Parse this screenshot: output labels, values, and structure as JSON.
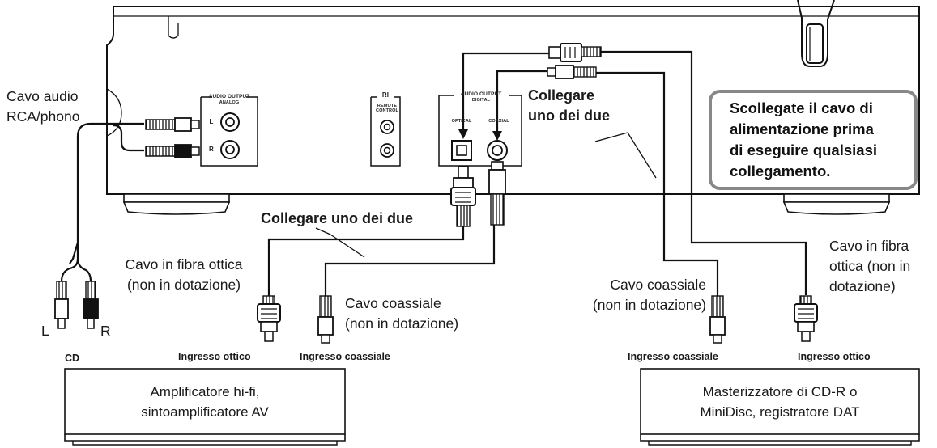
{
  "diagram": {
    "panel": {
      "analog_group": "AUDIO OUTPUT",
      "analog_sub": "ANALOG",
      "jack_l": "L",
      "jack_r": "R",
      "ri_logo": "RI",
      "remote_1": "REMOTE",
      "remote_2": "CONTROL",
      "digital_group": "AUDIO OUTPUT",
      "digital_sub": "DIGITAL",
      "optical": "OPTICAL",
      "coaxial": "COAXIAL"
    },
    "labels": {
      "rca_cable_1": "Cavo audio",
      "rca_cable_2": "RCA/phono",
      "connect_one_top_1": "Collegare",
      "connect_one_top_2": "uno dei due",
      "connect_one_bottom": "Collegare uno dei due",
      "fiber_left_1": "Cavo in fibra ottica",
      "fiber_left_2": "(non in dotazione)",
      "coax_left_1": "Cavo coassiale",
      "coax_left_2": "(non in dotazione)",
      "coax_right_1": "Cavo coassiale",
      "coax_right_2": "(non in dotazione)",
      "fiber_right_1": "Cavo in fibra",
      "fiber_right_2": "ottica (non in",
      "fiber_right_3": "dotazione)",
      "plug_l": "L",
      "plug_r": "R",
      "cd": "CD",
      "in_opt_left": "Ingresso ottico",
      "in_coax_left": "Ingresso coassiale",
      "in_coax_right": "Ingresso coassiale",
      "in_opt_right": "Ingresso ottico"
    },
    "warning": {
      "line1": "Scollegate il cavo di",
      "line2": "alimentazione prima",
      "line3": "di eseguire qualsiasi",
      "line4": "collegamento."
    },
    "boxes": {
      "amp_line1": "Amplificatore hi-fi,",
      "amp_line2": "sintoamplificatore AV",
      "rec_line1": "Masterizzatore di CD-R o",
      "rec_line2": "MiniDisc, registratore DAT"
    }
  }
}
